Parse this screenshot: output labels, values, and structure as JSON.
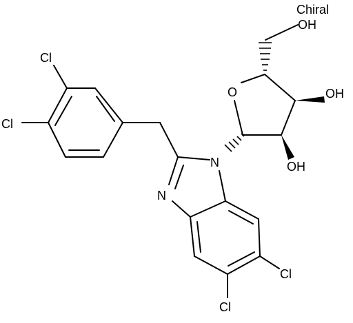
{
  "labels": {
    "chiral": "Chiral",
    "oh_top": "OH",
    "ring_o": "O",
    "oh_right": "OH",
    "oh_lower": "OH",
    "n1": "N",
    "n3": "N",
    "cl_top": "Cl",
    "cl_left": "Cl",
    "cl_right": "Cl",
    "cl_bottom": "Cl"
  },
  "colors": {
    "ink": "#000000",
    "background": "#ffffff"
  }
}
